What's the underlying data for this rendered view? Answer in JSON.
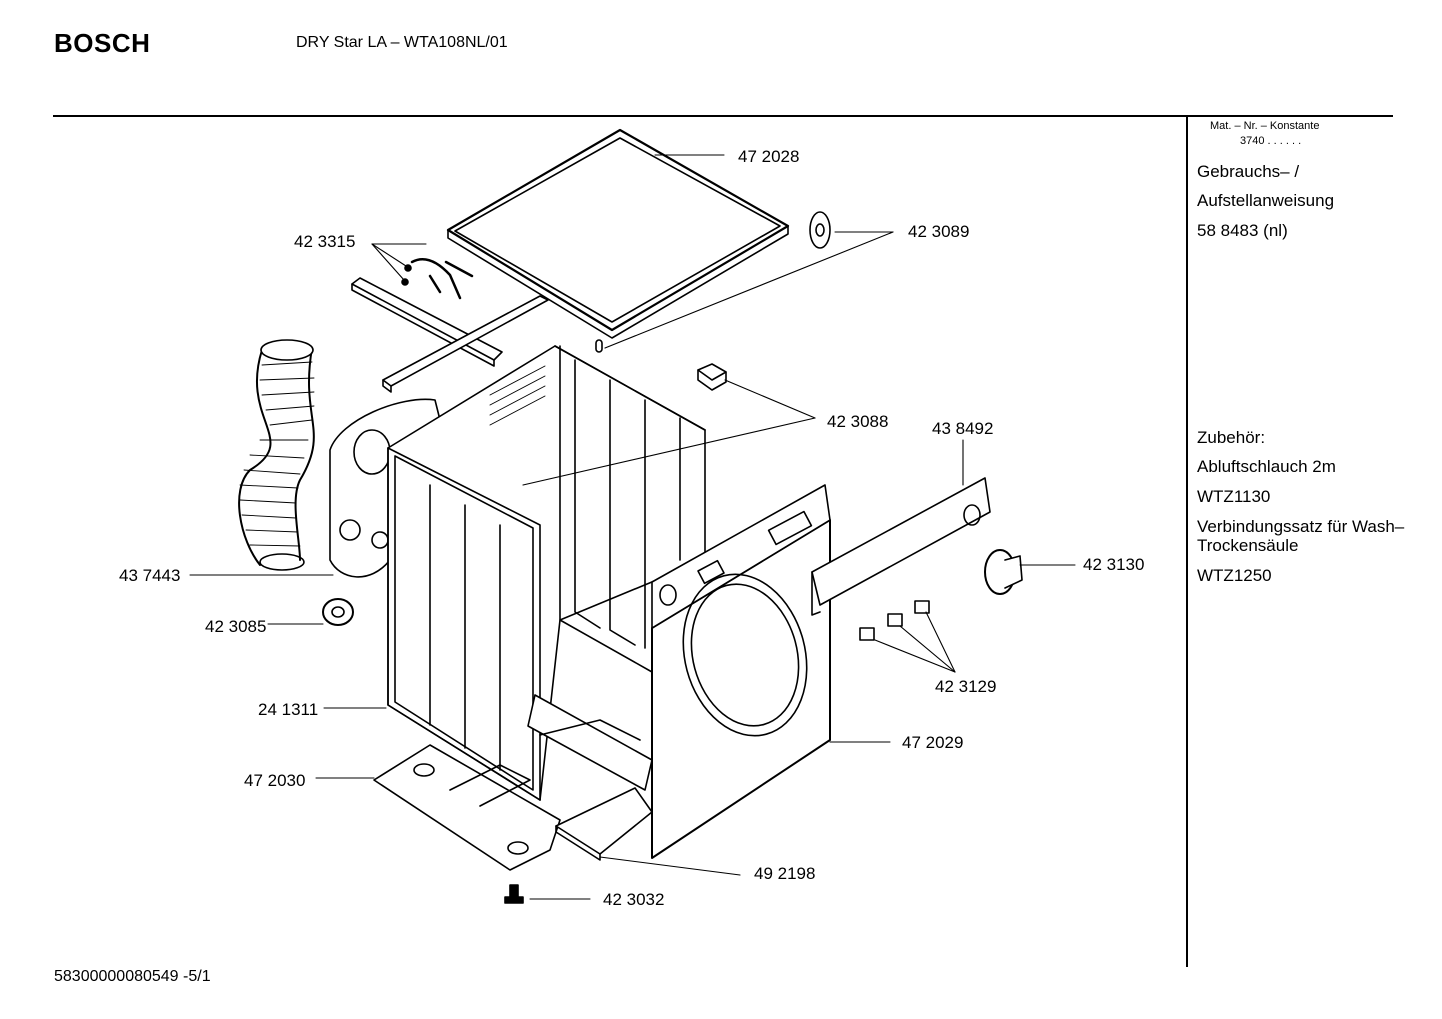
{
  "header": {
    "brand": "BOSCH",
    "model_title": "DRY Star LA – WTA108NL/01"
  },
  "side_panel": {
    "mat_label": "Mat. – Nr. – Konstante",
    "mat_value": "3740  .  .  .  .  .  .",
    "instructions_line1": "Gebrauchs– /",
    "instructions_line2": "Aufstellanweisung",
    "instructions_number": "58 8483 (nl)",
    "accessories_title": "Zubehör:",
    "accessory_1": "Abluftschlauch 2m",
    "accessory_1_code": "WTZ1130",
    "accessory_2": "Verbindungssatz für Wash–Trockensäule",
    "accessory_2_code": "WTZ1250"
  },
  "part_labels": {
    "p472028": "47 2028",
    "p423315": "42 3315",
    "p423089": "42 3089",
    "p423088": "42 3088",
    "p438492": "43 8492",
    "p423130": "42 3130",
    "p437443": "43 7443",
    "p423085": "42 3085",
    "p423129": "42 3129",
    "p241311": "24 1311",
    "p472029": "47 2029",
    "p472030": "47 2030",
    "p492198": "49 2198",
    "p423032": "42 3032"
  },
  "footer": {
    "doc_number": "58300000080549 -5/1"
  }
}
